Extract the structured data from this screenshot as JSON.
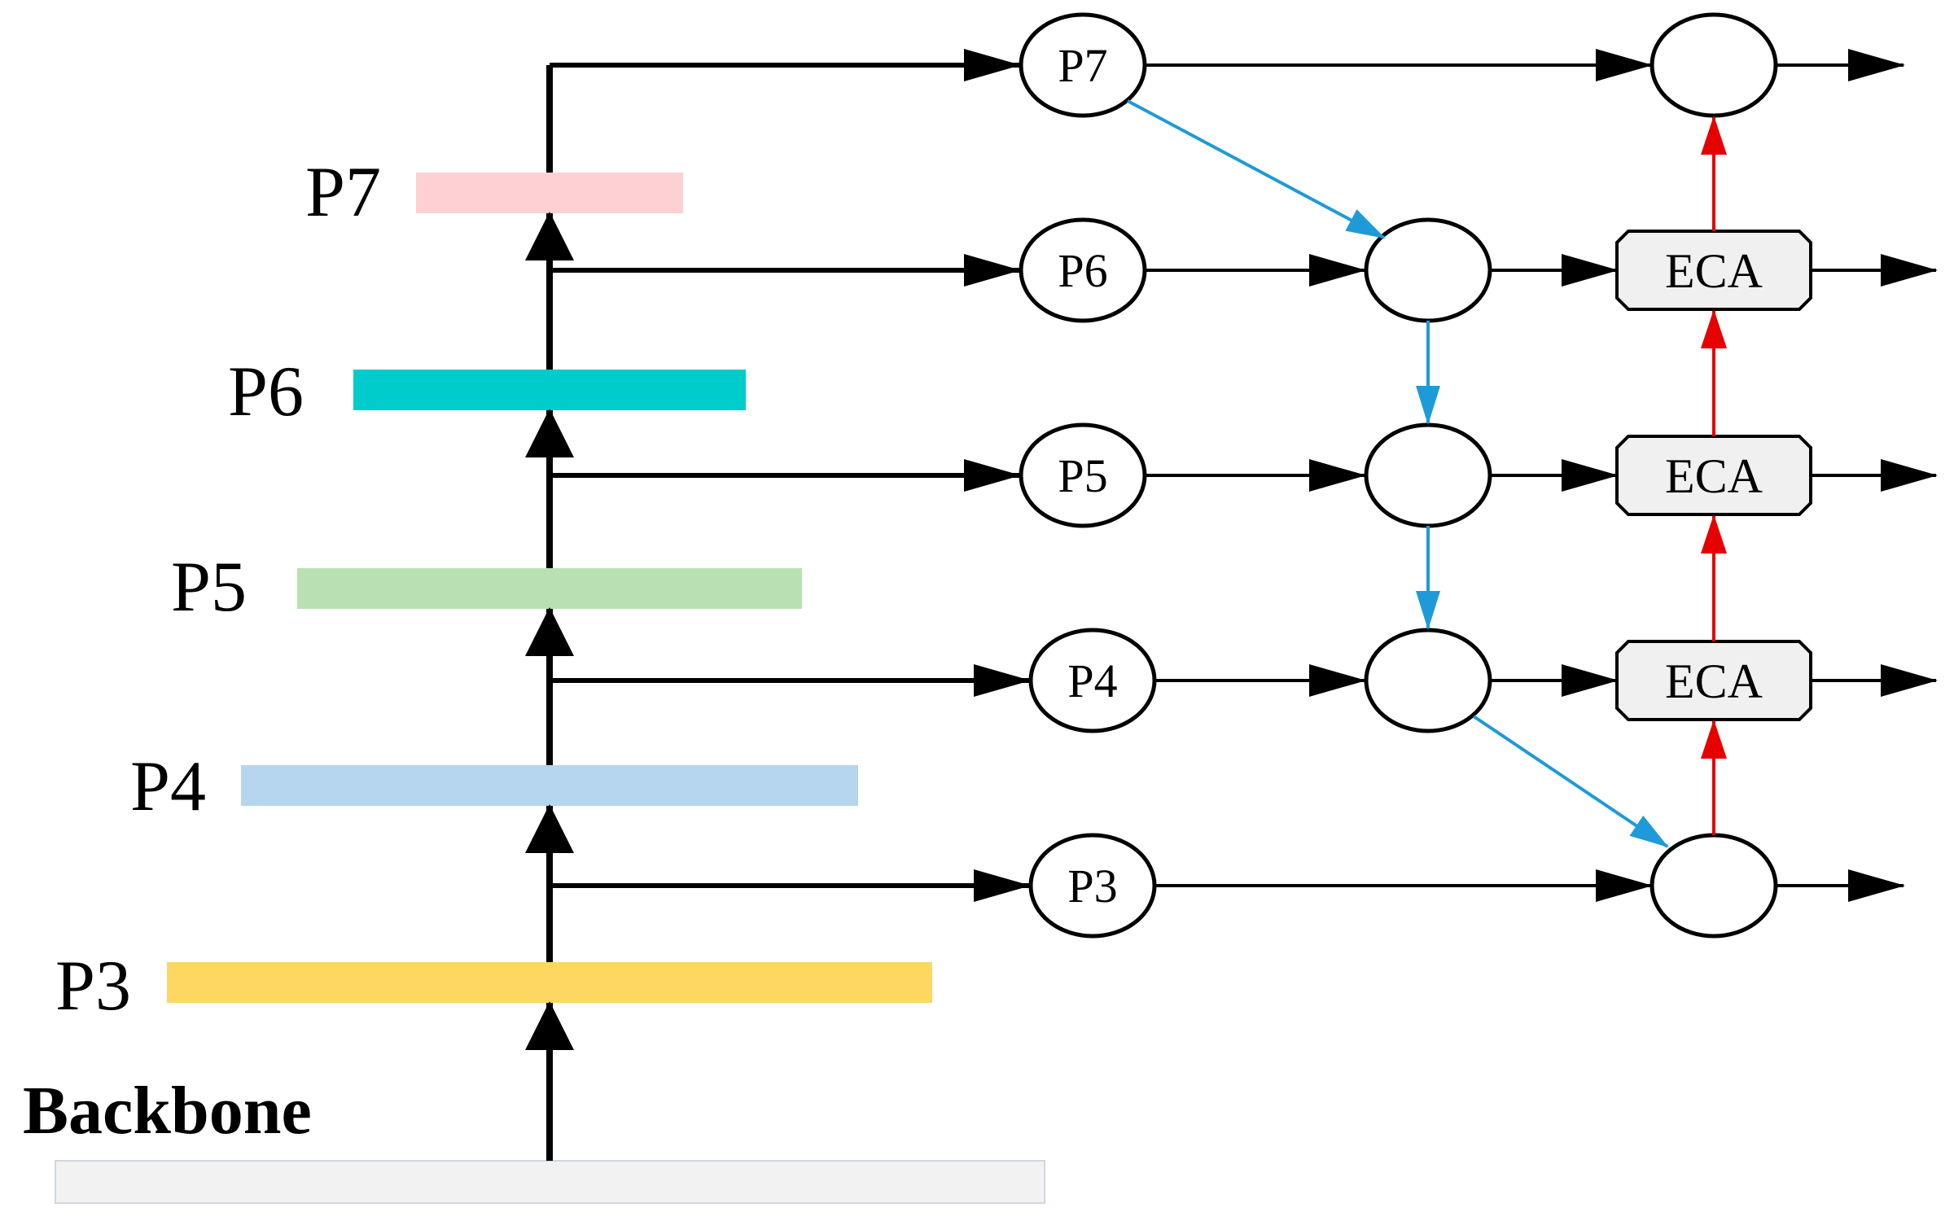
{
  "labels": {
    "backbone": "Backbone",
    "p7": "P7",
    "p6": "P6",
    "p5": "P5",
    "p4": "P4",
    "p3": "P3"
  },
  "nodes": {
    "p7": "P7",
    "p6": "P6",
    "p5": "P5",
    "p4": "P4",
    "p3": "P3"
  },
  "eca": {
    "label": "ECA"
  },
  "colors": {
    "p7_bar": "#fdd0d3",
    "p6_bar": "#00cccc",
    "p5_bar": "#b9e0b3",
    "p4_bar": "#b6d6ef",
    "p3_bar": "#fdd762",
    "backbone_bar": "#f2f2f2",
    "top_down_arrow": "#1f9ad9",
    "bottom_up_arrow": "#e60000",
    "eca_fill": "#f0f0f0"
  }
}
